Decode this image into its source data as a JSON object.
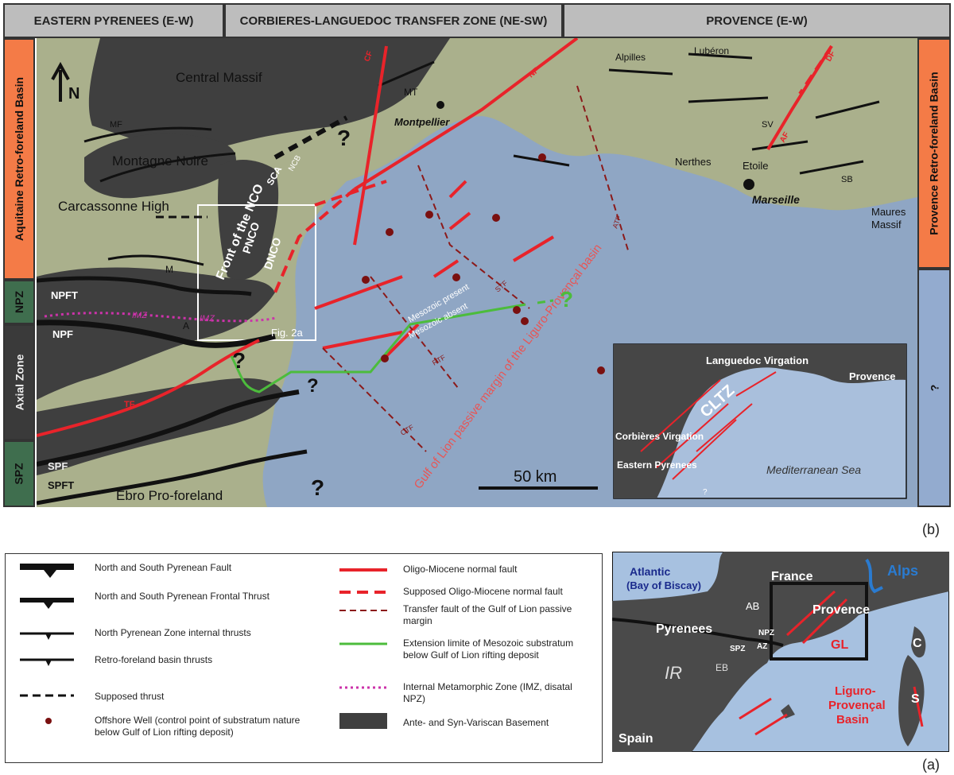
{
  "headers": {
    "eastern": "EASTERN PYRENEES (E-W)",
    "corbieres": "CORBIERES-LANGUEDOC TRANSFER ZONE (NE-SW)",
    "provence": "PROVENCE (E-W)"
  },
  "left_bands": {
    "aquitaine": "Aquitaine Retro-foreland Basin",
    "npz": "NPZ",
    "axial": "Axial Zone",
    "spz": "SPZ"
  },
  "right_bands": {
    "provence": "Provence Retro-foreland Basin",
    "unknown": "?"
  },
  "map_labels": {
    "north": "N",
    "central_massif": "Central Massif",
    "mf": "MF",
    "montagne_noire": "Montagne Noire",
    "carcassonne": "Carcassonne High",
    "m": "M",
    "a": "A",
    "npft": "NPFT",
    "npf": "NPF",
    "imz1": "IMZ",
    "imz2": "IMZ",
    "tf": "TF",
    "spf": "SPF",
    "spft": "SPFT",
    "ebro": "Ebro Pro-foreland",
    "front": "Front of the NCO",
    "sca": "SCA",
    "ncb": "NCB",
    "pnco": "PNCO",
    "dnco": "DNCO",
    "fig2a": "Fig. 2a",
    "cf": "CF",
    "mt": "MT",
    "nf": "NF",
    "montpellier": "Montpellier",
    "alpilles": "Alpilles",
    "luberon": "Lubéron",
    "df": "DF",
    "sv": "SV",
    "af": "AF",
    "nerthes": "Nerthes",
    "etoile": "Etoile",
    "marseille": "Marseille",
    "sb": "SB",
    "maures": "Maures",
    "massif": "Massif",
    "atf": "ATF",
    "stf": "STF",
    "rtf": "RTF",
    "ctf": "CTF",
    "meso_present": "Mesozoic  present",
    "meso_absent": "Mesozoic  absent",
    "gulf": "Gulf of Lion passive margin of the Liguro-Provençal basin",
    "scale": "50 km",
    "q": "?"
  },
  "inset_b": {
    "languedoc": "Languedoc Virgation",
    "provence": "Provence",
    "cltz": "CLTZ",
    "corbieres": "Corbières Virgation",
    "eastern": "Eastern Pyrenees",
    "sea": "Mediterranean Sea",
    "q": "?"
  },
  "panel_b": "(b)",
  "panel_a": "(a)",
  "legend": {
    "col1": [
      "North and South Pyrenean Fault",
      "North and South Pyrenean Frontal Thrust",
      "North Pyrenean Zone internal thrusts",
      "Retro-foreland basin thrusts",
      "Supposed thrust",
      "Offshore Well (control point of substratum nature below Gulf of Lion rifting deposit)"
    ],
    "col2": [
      "Oligo-Miocene normal fault",
      "Supposed Oligo-Miocene normal fault",
      "Transfer fault of the Gulf of Lion passive margin",
      "Extension limite of Mesozoic substratum below Gulf of Lion rifting deposit",
      "Internal Metamorphic Zone (IMZ, disatal NPZ)",
      "Ante- and Syn-Variscan Basement"
    ]
  },
  "inset_a": {
    "atlantic": "Atlantic",
    "biscay": "(Bay of Biscay)",
    "france": "France",
    "alps": "Alps",
    "ab": "AB",
    "npz": "NPZ",
    "provence": "Provence",
    "pyrenees": "Pyrenees",
    "az": "AZ",
    "spz": "SPZ",
    "gl": "GL",
    "ir": "IR",
    "eb": "EB",
    "c": "C",
    "liguro1": "Liguro-",
    "liguro2": "Provençal",
    "liguro3": "Basin",
    "s": "S",
    "spain": "Spain"
  },
  "colors": {
    "land": "#aab08c",
    "sea": "#8fa6c4",
    "basement": "#3f3f3f",
    "fault_red": "#e8232a",
    "transfer": "#8b1a1a",
    "extension": "#4cbc3c",
    "imz": "#cc33aa",
    "well": "#7a1010",
    "orange": "#f47b47",
    "green": "#3f6e4e",
    "axial": "#3a3a3a",
    "insetsea": "#a7c1e0",
    "insetland": "#4a4a4a"
  }
}
